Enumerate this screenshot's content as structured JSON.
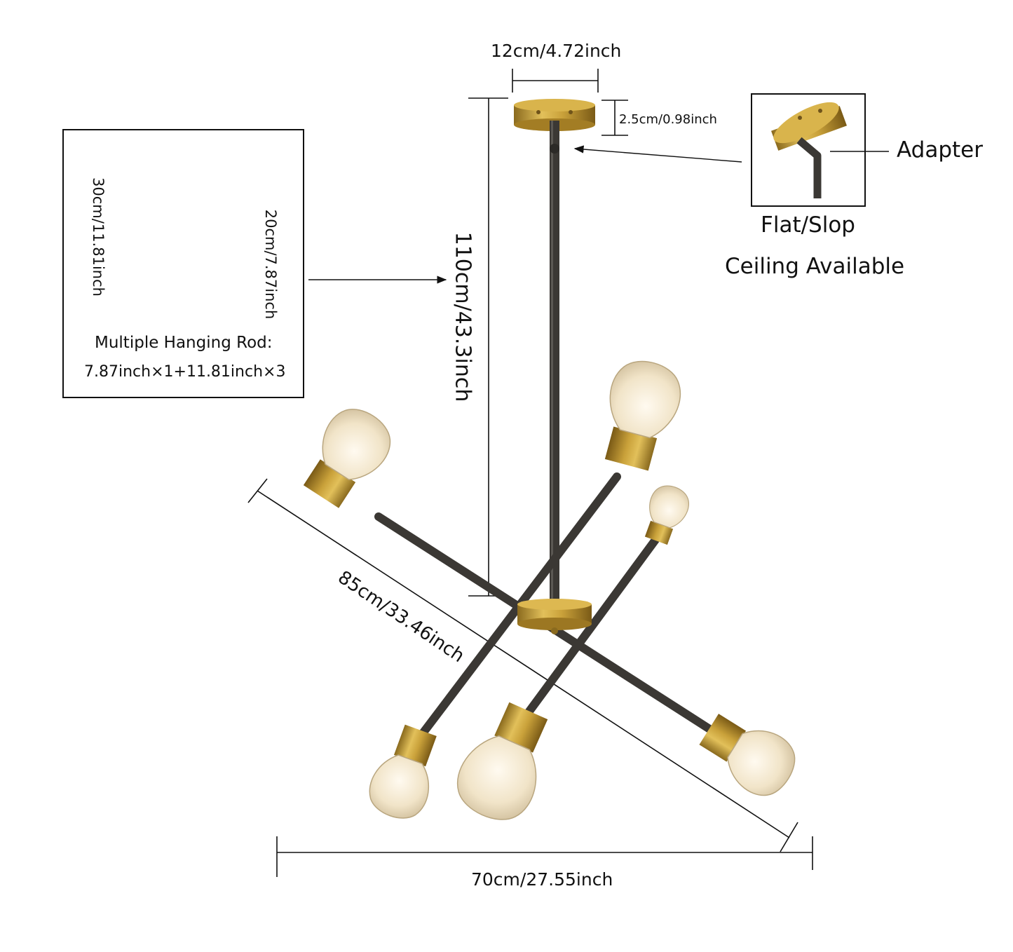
{
  "dimensions": {
    "canopy_width": "12cm/4.72inch",
    "canopy_height": "2.5cm/0.98inch",
    "total_height": "110cm/43.3inch",
    "diagonal_span": "85cm/33.46inch",
    "horizontal_span": "70cm/27.55inch"
  },
  "rods_panel": {
    "long_rod_length": "30cm/11.81inch",
    "short_rod_length": "20cm/7.87inch",
    "title": "Multiple Hanging Rod:",
    "detail": "7.87inch×1+11.81inch×3"
  },
  "adapter_panel": {
    "label": "Adapter",
    "caption_line1": "Flat/Slop",
    "caption_line2": "Ceiling Available"
  },
  "colors": {
    "brass": "#c9a13a",
    "rod": "#3b3834",
    "line": "#111111",
    "bulb_glass": "#f3e9d6"
  }
}
